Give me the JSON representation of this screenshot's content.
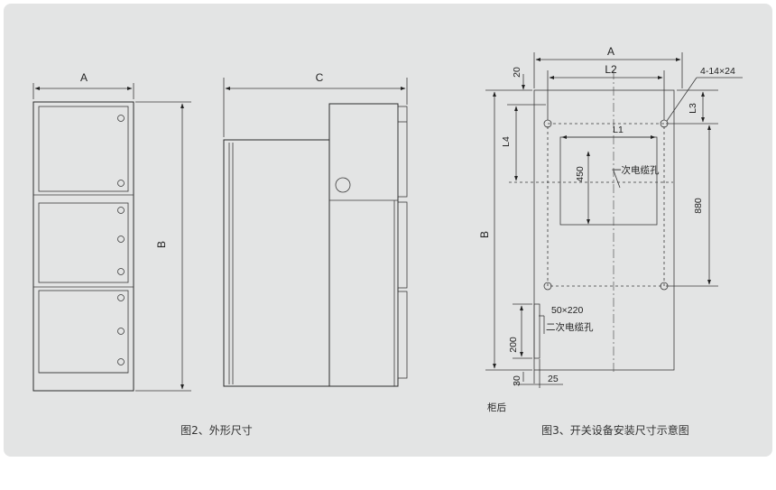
{
  "fig2": {
    "dim_a": "A",
    "dim_b": "B",
    "dim_c": "C",
    "caption": "图2、外形尺寸"
  },
  "fig3": {
    "dim_a": "A",
    "dim_20": "20",
    "dim_l2": "L2",
    "hole_spec": "4-14×24",
    "dim_l3": "L3",
    "dim_l4": "L4",
    "dim_l1": "L1",
    "dim_450": "450",
    "primary_cable_hole": "一次电缆孔",
    "dim_880": "880",
    "dim_b": "B",
    "slot_spec": "50×220",
    "secondary_cable_hole": "二次电缆孔",
    "dim_200": "200",
    "dim_30": "30",
    "dim_25": "25",
    "rear_label": "柜后",
    "caption": "图3、开关设备安装尺寸示意图"
  }
}
